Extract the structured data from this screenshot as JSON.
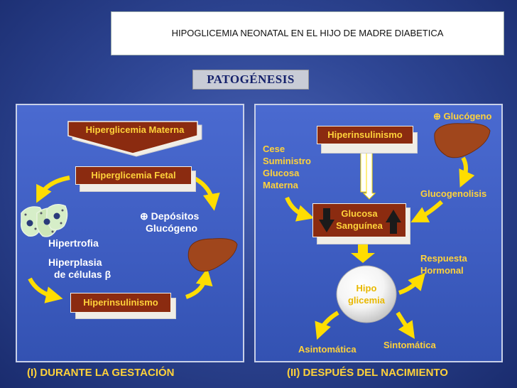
{
  "header": {
    "title": "HIPOGLICEMIA NEONATAL EN EL HIJO DE MADRE DIABETICA"
  },
  "subtitle": "PATOGÉNESIS",
  "left": {
    "maternal": "Hiperglicemia Materna",
    "fetal": "Hiperglicemia Fetal",
    "deposits_line1": "⊕ Depósitos",
    "deposits_line2": "Glucógeno",
    "hypertrophy": "Hipertrofia",
    "hyperplasia_line1": "Hiperplasia",
    "hyperplasia_line2": "de células β",
    "hyperinsulinism": "Hiperinsulinismo",
    "footer": "(I)  DURANTE LA GESTACIÓN"
  },
  "right": {
    "glycogen": "⊕ Glucógeno",
    "hyperinsulinism": "Hiperinsulinismo",
    "cese_line1": "Cese",
    "cese_line2": "Suministro",
    "cese_line3": "Glucosa",
    "cese_line4": "Materna",
    "glycogenolysis": "Glucogenolisis",
    "glucose_line1": "Glucosa",
    "glucose_line2": "Sanguínea",
    "response_line1": "Respuesta",
    "response_line2": "Hormonal",
    "hypo_line1": "Hipo",
    "hypo_line2": "glicemia",
    "asymptomatic": "Asintomática",
    "symptomatic": "Sintomática",
    "footer": "(II)  DESPUÉS DEL NACIMIENTO"
  },
  "colors": {
    "box_fill": "#8b2b10",
    "label_yellow": "#ffd23a",
    "arrow_yellow": "#ffdd00",
    "liver": "#a0461c"
  },
  "icons": [
    "beta-cells-icon",
    "liver-icon",
    "arrow-up-icon",
    "arrow-down-icon",
    "double-arrow-icon"
  ]
}
